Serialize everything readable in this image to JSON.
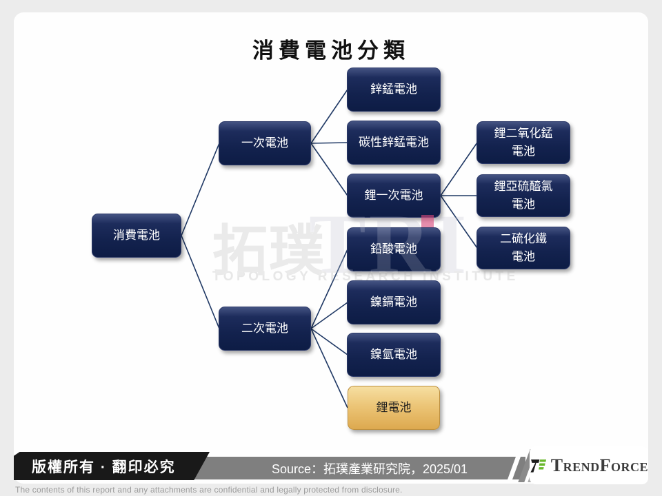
{
  "title": "消費電池分類",
  "watermark": {
    "cjk": "拓璞",
    "tri": "TRI",
    "subtitle": "TOPOLOGY RESEARCH INSTITUTE"
  },
  "tree": {
    "root": {
      "label": "消費電池"
    },
    "level1": [
      {
        "label": "一次電池"
      },
      {
        "label": "二次電池"
      }
    ],
    "primary_children": [
      {
        "label": "鋅錳電池"
      },
      {
        "label": "碳性鋅錳電池"
      },
      {
        "label": "鋰一次電池"
      }
    ],
    "lithium_children": [
      {
        "line1": "鋰二氧化錳",
        "line2": "電池"
      },
      {
        "line1": "鋰亞硫醯氯",
        "line2": "電池"
      },
      {
        "line1": "二硫化鐵",
        "line2": "電池"
      }
    ],
    "secondary_children": [
      {
        "label": "鉛酸電池"
      },
      {
        "label": "鎳鎘電池"
      },
      {
        "label": "鎳氫電池"
      },
      {
        "label": "鋰電池"
      }
    ]
  },
  "footer": {
    "copyright": "版權所有 · 翻印必究",
    "source": "Source：拓璞產業研究院，2025/01",
    "brand": "TrendForce",
    "disclaimer": "The contents of this report and any attachments are confidential and legally protected from disclosure."
  },
  "colors": {
    "node_navy": "#13224e",
    "node_gold": "#ecc577",
    "connector": "#1f3864",
    "accent_pink": "#d8487a",
    "brand_green": "#6ab82d"
  }
}
